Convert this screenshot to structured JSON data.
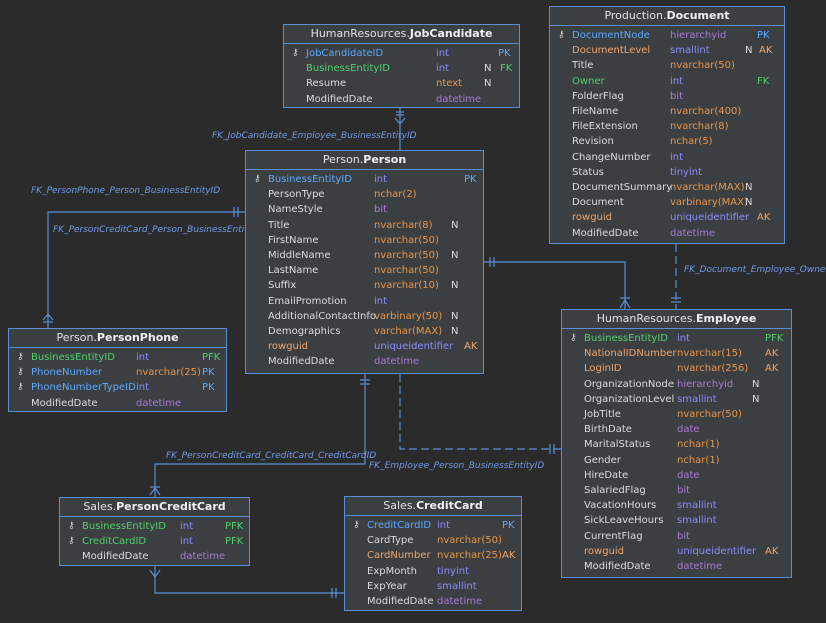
{
  "entities": [
    {
      "id": "jobcandidate",
      "schema": "HumanResources.",
      "name": "JobCandidate",
      "columns": [
        {
          "name": "JobCandidateID",
          "type": "int",
          "null": "",
          "key": "PK",
          "role": "pk",
          "color": "blue",
          "icon": "key-icon"
        },
        {
          "name": "BusinessEntityID",
          "type": "int",
          "null": "N",
          "key": "FK",
          "role": "fk",
          "color": "blue",
          "icon": ""
        },
        {
          "name": "Resume",
          "type": "ntext",
          "null": "N",
          "key": "",
          "role": "plain",
          "color": "orange",
          "icon": ""
        },
        {
          "name": "ModifiedDate",
          "type": "datetime",
          "null": "",
          "key": "",
          "role": "plain",
          "color": "violet",
          "icon": ""
        }
      ]
    },
    {
      "id": "document",
      "schema": "Production.",
      "name": "Document",
      "columns": [
        {
          "name": "DocumentNode",
          "type": "hierarchyid",
          "null": "",
          "key": "PK",
          "role": "pk",
          "color": "violet",
          "icon": "key-icon"
        },
        {
          "name": "DocumentLevel",
          "type": "smallint",
          "null": "N",
          "key": "AK",
          "role": "ak",
          "color": "blue",
          "icon": ""
        },
        {
          "name": "Title",
          "type": "nvarchar(50)",
          "null": "",
          "key": "",
          "role": "plain",
          "color": "orange",
          "icon": ""
        },
        {
          "name": "Owner",
          "type": "int",
          "null": "",
          "key": "FK",
          "role": "fk",
          "color": "blue",
          "icon": ""
        },
        {
          "name": "FolderFlag",
          "type": "bit",
          "null": "",
          "key": "",
          "role": "plain",
          "color": "violet",
          "icon": ""
        },
        {
          "name": "FileName",
          "type": "nvarchar(400)",
          "null": "",
          "key": "",
          "role": "plain",
          "color": "orange",
          "icon": ""
        },
        {
          "name": "FileExtension",
          "type": "nvarchar(8)",
          "null": "",
          "key": "",
          "role": "plain",
          "color": "orange",
          "icon": ""
        },
        {
          "name": "Revision",
          "type": "nchar(5)",
          "null": "",
          "key": "",
          "role": "plain",
          "color": "orange",
          "icon": ""
        },
        {
          "name": "ChangeNumber",
          "type": "int",
          "null": "",
          "key": "",
          "role": "plain",
          "color": "blue",
          "icon": ""
        },
        {
          "name": "Status",
          "type": "tinyint",
          "null": "",
          "key": "",
          "role": "plain",
          "color": "blue",
          "icon": ""
        },
        {
          "name": "DocumentSummary",
          "type": "nvarchar(MAX)",
          "null": "N",
          "key": "",
          "role": "plain",
          "color": "orange",
          "icon": ""
        },
        {
          "name": "Document",
          "type": "varbinary(MAX)",
          "null": "N",
          "key": "",
          "role": "plain",
          "color": "orange",
          "icon": ""
        },
        {
          "name": "rowguid",
          "type": "uniqueidentifier",
          "null": "",
          "key": "AK",
          "role": "ak",
          "color": "blue",
          "icon": ""
        },
        {
          "name": "ModifiedDate",
          "type": "datetime",
          "null": "",
          "key": "",
          "role": "plain",
          "color": "violet",
          "icon": ""
        }
      ]
    },
    {
      "id": "person",
      "schema": "Person.",
      "name": "Person",
      "columns": [
        {
          "name": "BusinessEntityID",
          "type": "int",
          "null": "",
          "key": "PK",
          "role": "pk",
          "color": "blue",
          "icon": "key-icon"
        },
        {
          "name": "PersonType",
          "type": "nchar(2)",
          "null": "",
          "key": "",
          "role": "plain",
          "color": "orange",
          "icon": ""
        },
        {
          "name": "NameStyle",
          "type": "bit",
          "null": "",
          "key": "",
          "role": "plain",
          "color": "violet",
          "icon": ""
        },
        {
          "name": "Title",
          "type": "nvarchar(8)",
          "null": "N",
          "key": "",
          "role": "plain",
          "color": "orange",
          "icon": ""
        },
        {
          "name": "FirstName",
          "type": "nvarchar(50)",
          "null": "",
          "key": "",
          "role": "plain",
          "color": "orange",
          "icon": ""
        },
        {
          "name": "MiddleName",
          "type": "nvarchar(50)",
          "null": "N",
          "key": "",
          "role": "plain",
          "color": "orange",
          "icon": ""
        },
        {
          "name": "LastName",
          "type": "nvarchar(50)",
          "null": "",
          "key": "",
          "role": "plain",
          "color": "orange",
          "icon": ""
        },
        {
          "name": "Suffix",
          "type": "nvarchar(10)",
          "null": "N",
          "key": "",
          "role": "plain",
          "color": "orange",
          "icon": ""
        },
        {
          "name": "EmailPromotion",
          "type": "int",
          "null": "",
          "key": "",
          "role": "plain",
          "color": "blue",
          "icon": ""
        },
        {
          "name": "AdditionalContactInfo",
          "type": "varbinary(50)",
          "null": "N",
          "key": "",
          "role": "plain",
          "color": "orange",
          "icon": ""
        },
        {
          "name": "Demographics",
          "type": "varchar(MAX)",
          "null": "N",
          "key": "",
          "role": "plain",
          "color": "orange",
          "icon": ""
        },
        {
          "name": "rowguid",
          "type": "uniqueidentifier",
          "null": "",
          "key": "AK",
          "role": "ak",
          "color": "blue",
          "icon": ""
        },
        {
          "name": "ModifiedDate",
          "type": "datetime",
          "null": "",
          "key": "",
          "role": "plain",
          "color": "violet",
          "icon": ""
        }
      ]
    },
    {
      "id": "personphone",
      "schema": "Person.",
      "name": "PersonPhone",
      "columns": [
        {
          "name": "BusinessEntityID",
          "type": "int",
          "null": "",
          "key": "PFK",
          "role": "fk",
          "color": "blue",
          "icon": "key-icon"
        },
        {
          "name": "PhoneNumber",
          "type": "nvarchar(25)",
          "null": "",
          "key": "PK",
          "role": "pk",
          "color": "orange",
          "icon": "key-icon"
        },
        {
          "name": "PhoneNumberTypeID",
          "type": "int",
          "null": "",
          "key": "PK",
          "role": "pk",
          "color": "blue",
          "icon": "key-icon"
        },
        {
          "name": "ModifiedDate",
          "type": "datetime",
          "null": "",
          "key": "",
          "role": "plain",
          "color": "violet",
          "icon": ""
        }
      ]
    },
    {
      "id": "employee",
      "schema": "HumanResources.",
      "name": "Employee",
      "columns": [
        {
          "name": "BusinessEntityID",
          "type": "int",
          "null": "",
          "key": "PFK",
          "role": "fk",
          "color": "blue",
          "icon": "key-icon"
        },
        {
          "name": "NationalIDNumber",
          "type": "nvarchar(15)",
          "null": "",
          "key": "AK",
          "role": "ak",
          "color": "orange",
          "icon": ""
        },
        {
          "name": "LoginID",
          "type": "nvarchar(256)",
          "null": "",
          "key": "AK",
          "role": "ak",
          "color": "orange",
          "icon": ""
        },
        {
          "name": "OrganizationNode",
          "type": "hierarchyid",
          "null": "N",
          "key": "",
          "role": "plain",
          "color": "violet",
          "icon": ""
        },
        {
          "name": "OrganizationLevel",
          "type": "smallint",
          "null": "N",
          "key": "",
          "role": "plain",
          "color": "blue",
          "icon": ""
        },
        {
          "name": "JobTitle",
          "type": "nvarchar(50)",
          "null": "",
          "key": "",
          "role": "plain",
          "color": "orange",
          "icon": ""
        },
        {
          "name": "BirthDate",
          "type": "date",
          "null": "",
          "key": "",
          "role": "plain",
          "color": "violet",
          "icon": ""
        },
        {
          "name": "MaritalStatus",
          "type": "nchar(1)",
          "null": "",
          "key": "",
          "role": "plain",
          "color": "orange",
          "icon": ""
        },
        {
          "name": "Gender",
          "type": "nchar(1)",
          "null": "",
          "key": "",
          "role": "plain",
          "color": "orange",
          "icon": ""
        },
        {
          "name": "HireDate",
          "type": "date",
          "null": "",
          "key": "",
          "role": "plain",
          "color": "violet",
          "icon": ""
        },
        {
          "name": "SalariedFlag",
          "type": "bit",
          "null": "",
          "key": "",
          "role": "plain",
          "color": "violet",
          "icon": ""
        },
        {
          "name": "VacationHours",
          "type": "smallint",
          "null": "",
          "key": "",
          "role": "plain",
          "color": "blue",
          "icon": ""
        },
        {
          "name": "SickLeaveHours",
          "type": "smallint",
          "null": "",
          "key": "",
          "role": "plain",
          "color": "blue",
          "icon": ""
        },
        {
          "name": "CurrentFlag",
          "type": "bit",
          "null": "",
          "key": "",
          "role": "plain",
          "color": "violet",
          "icon": ""
        },
        {
          "name": "rowguid",
          "type": "uniqueidentifier",
          "null": "",
          "key": "AK",
          "role": "ak",
          "color": "blue",
          "icon": ""
        },
        {
          "name": "ModifiedDate",
          "type": "datetime",
          "null": "",
          "key": "",
          "role": "plain",
          "color": "violet",
          "icon": ""
        }
      ]
    },
    {
      "id": "personcreditcard",
      "schema": "Sales.",
      "name": "PersonCreditCard",
      "columns": [
        {
          "name": "BusinessEntityID",
          "type": "int",
          "null": "",
          "key": "PFK",
          "role": "fk",
          "color": "blue",
          "icon": "key-icon"
        },
        {
          "name": "CreditCardID",
          "type": "int",
          "null": "",
          "key": "PFK",
          "role": "fk",
          "color": "blue",
          "icon": "key-icon"
        },
        {
          "name": "ModifiedDate",
          "type": "datetime",
          "null": "",
          "key": "",
          "role": "plain",
          "color": "violet",
          "icon": ""
        }
      ]
    },
    {
      "id": "creditcard",
      "schema": "Sales.",
      "name": "CreditCard",
      "columns": [
        {
          "name": "CreditCardID",
          "type": "int",
          "null": "",
          "key": "PK",
          "role": "pk",
          "color": "blue",
          "icon": "key-icon"
        },
        {
          "name": "CardType",
          "type": "nvarchar(50)",
          "null": "",
          "key": "",
          "role": "plain",
          "color": "orange",
          "icon": ""
        },
        {
          "name": "CardNumber",
          "type": "nvarchar(25)",
          "null": "",
          "key": "AK",
          "role": "ak",
          "color": "orange",
          "icon": ""
        },
        {
          "name": "ExpMonth",
          "type": "tinyint",
          "null": "",
          "key": "",
          "role": "plain",
          "color": "blue",
          "icon": ""
        },
        {
          "name": "ExpYear",
          "type": "smallint",
          "null": "",
          "key": "",
          "role": "plain",
          "color": "blue",
          "icon": ""
        },
        {
          "name": "ModifiedDate",
          "type": "datetime",
          "null": "",
          "key": "",
          "role": "plain",
          "color": "violet",
          "icon": ""
        }
      ]
    }
  ],
  "relationships": [
    {
      "id": "fk-jobcandidate",
      "label": "FK_JobCandidate_Employee_BusinessEntityID"
    },
    {
      "id": "fk-personphone",
      "label": "FK_PersonPhone_Person_BusinessEntityID"
    },
    {
      "id": "fk-personcreditcard-person",
      "label": "FK_PersonCreditCard_Person_BusinessEntityID"
    },
    {
      "id": "fk-document",
      "label": "FK_Document_Employee_Owner"
    },
    {
      "id": "fk-personcreditcard-creditcard",
      "label": "FK_PersonCreditCard_CreditCard_CreditCardID"
    },
    {
      "id": "fk-employee-person",
      "label": "FK_Employee_Person_BusinessEntityID"
    }
  ],
  "colors": {
    "background": "#2b2b2b",
    "entity_fill": "#3c3f41",
    "entity_border": "#5a8fd8",
    "link": "#5a8fd8",
    "pk": "#5aa9ff",
    "fk": "#4ed06a",
    "ak": "#f0a46a",
    "type_blue": "#8a8cff",
    "type_orange": "#e8964a",
    "type_violet": "#a879d8"
  }
}
